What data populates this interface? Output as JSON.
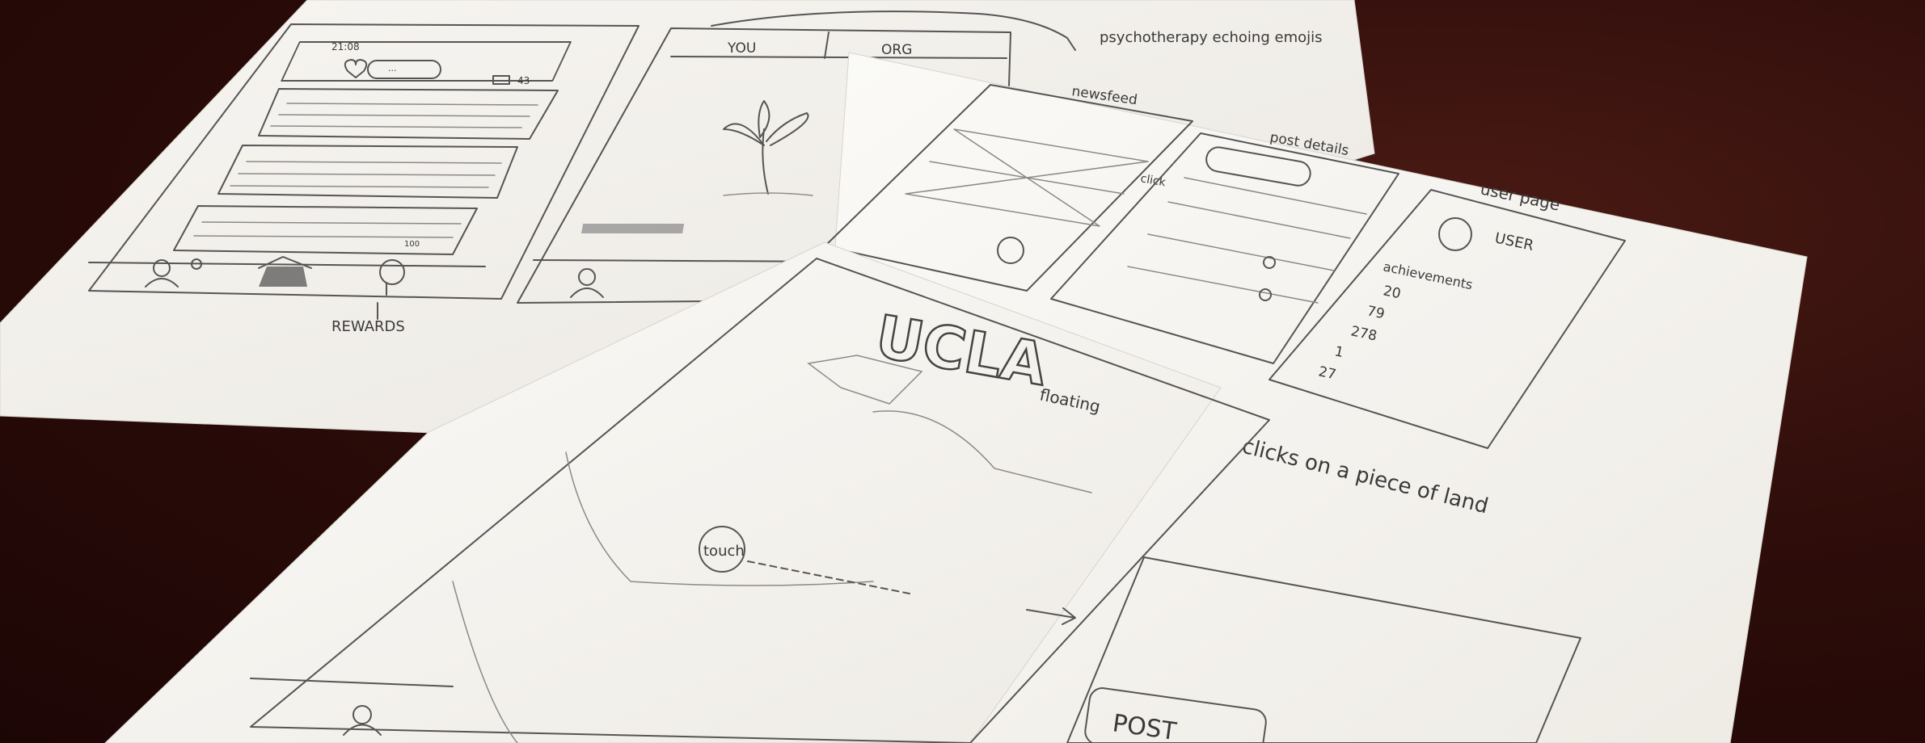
{
  "sheet_left": {
    "feed_timestamp": "21:08",
    "like_count": "···",
    "comment_count": "43",
    "tabs": [
      "YOU",
      "ORG"
    ],
    "annotation": "psychotherapy echoing emojis",
    "bottom_label": "REWARDS",
    "card_count": "100"
  },
  "sheet_middle": {
    "label_newsfeed": "newsfeed",
    "label_post_details": "post details",
    "label_user_page": "user page",
    "label_click": "click",
    "user_name": "USER",
    "achievements_title": "achievements",
    "achievement_values": [
      "20",
      "79",
      "278",
      "1",
      "27"
    ]
  },
  "sheet_front": {
    "logo_text": "UCLA",
    "floating_label": "floating",
    "touch_label": "touch",
    "annotation": "clicks on a piece of land",
    "post_button": "POST"
  },
  "colors": {
    "table": "#2e0d0a",
    "paper": "#f4f2ee",
    "paper_shadow": "#e6e2da",
    "pencil": "#555555"
  }
}
